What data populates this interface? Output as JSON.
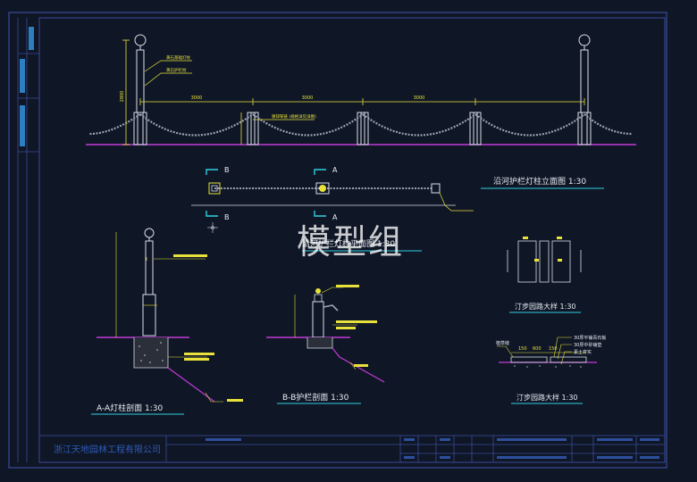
{
  "colors": {
    "background": "#0f1626",
    "frame": "#3b4c99",
    "line": "#d8dde6",
    "yellow": "#e8e23a",
    "magenta": "#c23ad6",
    "cyan": "#2fd0e0",
    "chain": "#9aa3b2"
  },
  "main_elevation": {
    "title": "沿河护栏灯柱立面图  1:30",
    "dim_left": "3000",
    "dim_mid": "3000",
    "dim_right": "3000",
    "dim_height": "2800",
    "leader_1": "黄石基础灯柱",
    "leader_2": "黄石护栏柱",
    "leader_3": "镀锌铁链 (规格详见详图)"
  },
  "plan_section": {
    "cut_b": "B",
    "cut_a": "A"
  },
  "section_aa": {
    "title": "A-A灯柱剖面  1:30",
    "overlay_title": "沿河护栏灯柱平面图  1:30"
  },
  "section_bb": {
    "title": "B-B护栏剖面  1:30"
  },
  "step_stone_top": {
    "title": "汀步园路大样  1:30"
  },
  "step_stone_bottom": {
    "title": "汀步园路大样  1:30",
    "label_1": "30厚平铺青石板",
    "label_2": "30厚中砂铺垫",
    "label_3": "素土夯实",
    "label_left": "植草缝",
    "dim_a": "150",
    "dim_b": "600",
    "dim_c": "150"
  },
  "title_block": {
    "company": "浙江天地园林工程有限公司"
  },
  "watermark": "模型组"
}
